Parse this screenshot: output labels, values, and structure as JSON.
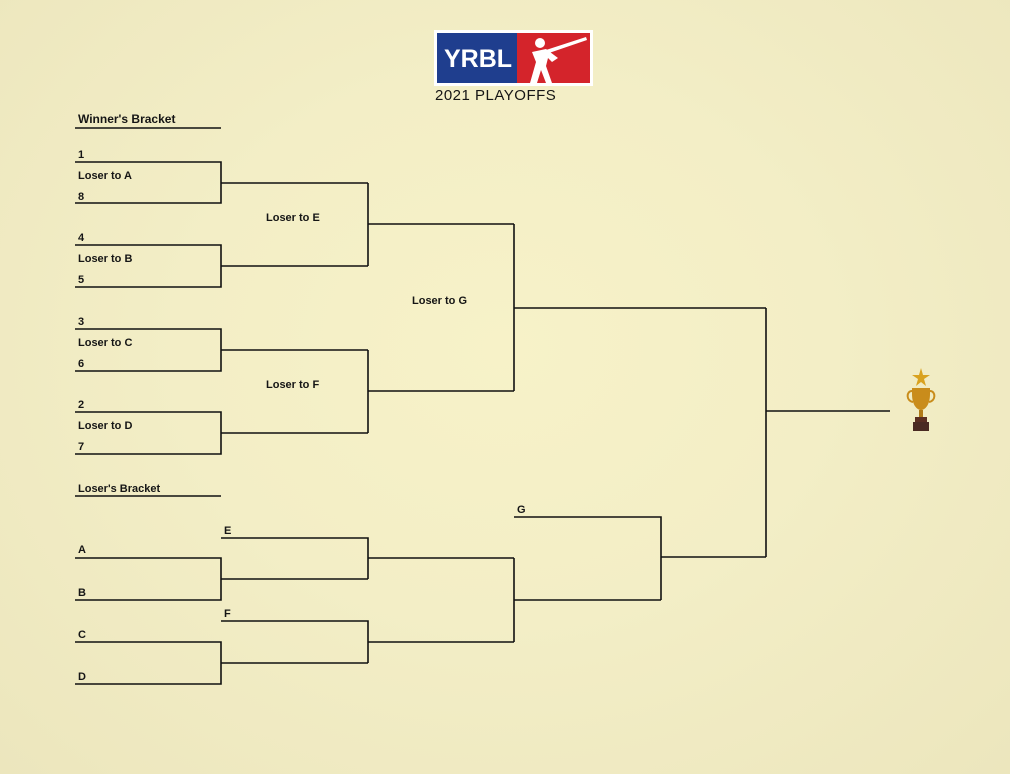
{
  "logo": {
    "text": "YRBL",
    "subtitle": "2021 PLAYOFFS"
  },
  "winners_bracket": {
    "title": "Winner's Bracket",
    "round1": [
      {
        "top_seed": "1",
        "game": "Loser to A",
        "bottom_seed": "8"
      },
      {
        "top_seed": "4",
        "game": "Loser to B",
        "bottom_seed": "5"
      },
      {
        "top_seed": "3",
        "game": "Loser to C",
        "bottom_seed": "6"
      },
      {
        "top_seed": "2",
        "game": "Loser to D",
        "bottom_seed": "7"
      }
    ],
    "round2": [
      "Loser to E",
      "Loser to F"
    ],
    "round3": "Loser to G"
  },
  "losers_bracket": {
    "title": "Loser's Bracket",
    "round1": [
      "A",
      "B",
      "C",
      "D"
    ],
    "round2": [
      "E",
      "F"
    ],
    "round3": "G"
  },
  "trophy": {
    "icon": "trophy-icon"
  },
  "colors": {
    "line": "#111111",
    "logo_blue": "#1f3e8e",
    "logo_red": "#d4242b",
    "background": "#f3eec6"
  }
}
